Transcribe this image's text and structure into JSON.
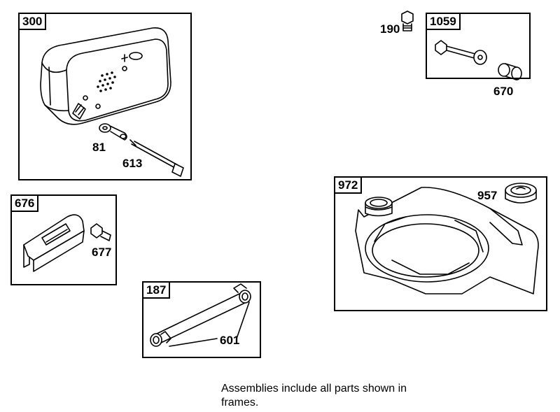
{
  "frames": {
    "muffler": {
      "label": "300"
    },
    "guard": {
      "label": "676"
    },
    "breather_tube": {
      "label": "187"
    },
    "screw_kit": {
      "label": "1059"
    },
    "fuel_tank": {
      "label": "972"
    }
  },
  "callouts": {
    "lock_washer": "81",
    "muffler_bolt": "613",
    "guard_screw": "677",
    "tube_clamp": "601",
    "stud_screw": "190",
    "spacer": "670",
    "fuel_cap": "957"
  },
  "note": {
    "line1": "Assemblies include all parts shown in",
    "line2": "frames."
  }
}
